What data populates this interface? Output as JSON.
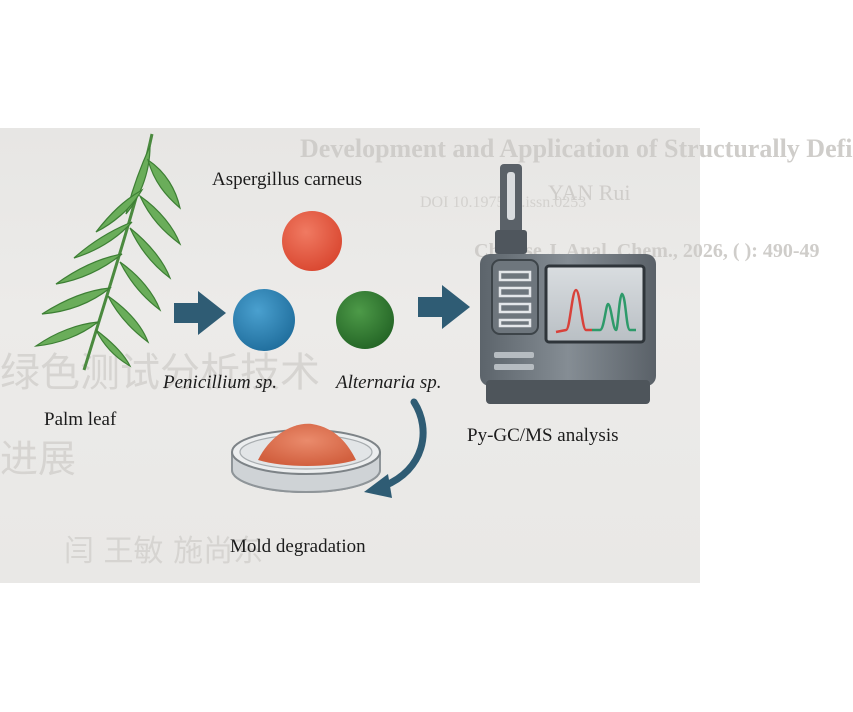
{
  "background_text": {
    "title": "Development and Application of Structurally Defi",
    "author": "YAN Rui",
    "doi": "DOI 10.19756/j.issn.0253",
    "reference": "Chinese J. Anal. Chem., 2026, ( ): 490-49",
    "cjk_line_1": "绿色测试分析技术",
    "cjk_line_2": "进展",
    "cjk_line_3": "闫    王敏    施尚东"
  },
  "labels": {
    "palm_leaf": "Palm leaf",
    "aspergillus": "Aspergillus carneus",
    "penicillium": "Penicillium sp.",
    "alternaria": "Alternaria sp.",
    "mold_degradation": "Mold degradation",
    "pygcms": "Py-GC/MS analysis"
  },
  "colors": {
    "leaf": "#3f8f3a",
    "leaf_light": "#6db35c",
    "arrow": "#2f5c74",
    "aspergillus": "#e2583f",
    "penicillium": "#2a7fb1",
    "alternaria": "#2f7a33",
    "sample_powder": "#dd7355",
    "instrument_body": "#6d747b",
    "peak_red": "#d8413a",
    "peak_green": "#2e9a6a"
  },
  "icons": {
    "leaf": "palm-leaf-icon",
    "arrow": "right-arrow-icon",
    "dish": "petri-dish-icon",
    "instrument": "py-gc-ms-instrument-icon"
  }
}
